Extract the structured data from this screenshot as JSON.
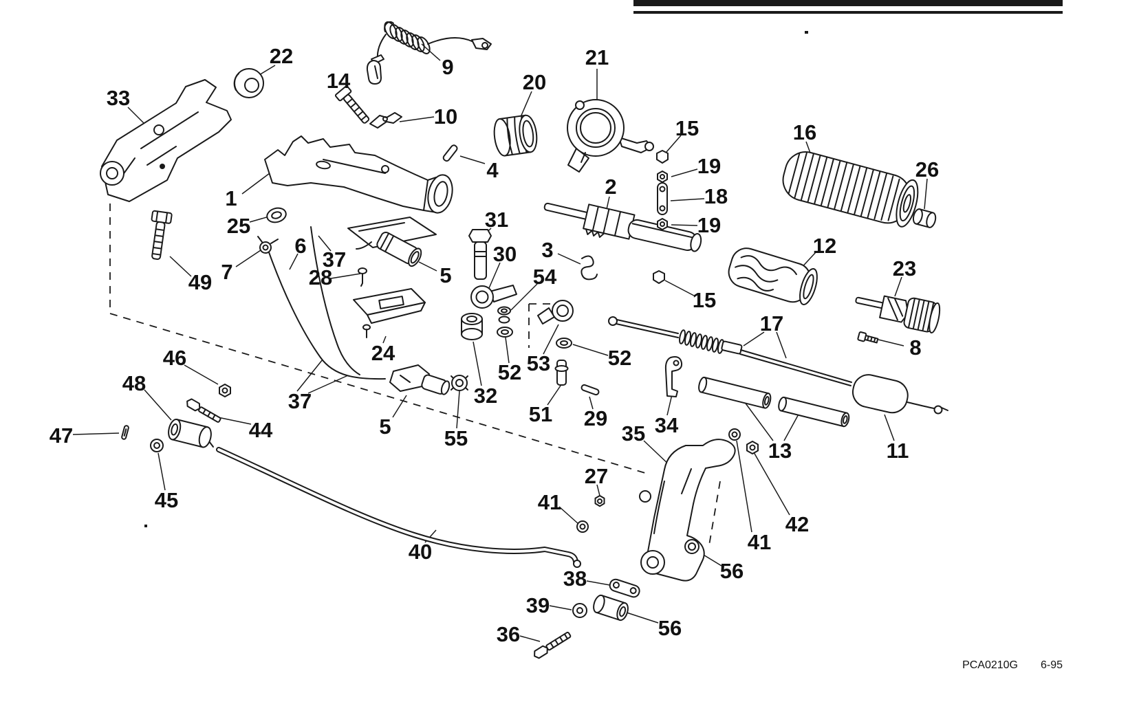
{
  "meta": {
    "doc_code": "PCA0210G",
    "doc_date": "6-95"
  },
  "colors": {
    "ink": "#1a1a1a",
    "background": "#ffffff"
  },
  "callouts": [
    "22",
    "9",
    "14",
    "21",
    "20",
    "33",
    "10",
    "15",
    "16",
    "19",
    "26",
    "4",
    "18",
    "1",
    "2",
    "25",
    "19",
    "31",
    "12",
    "30",
    "3",
    "6",
    "37",
    "23",
    "5",
    "28",
    "54",
    "15",
    "49",
    "7",
    "17",
    "8",
    "24",
    "52",
    "53",
    "46",
    "52",
    "48",
    "37",
    "32",
    "51",
    "29",
    "34",
    "44",
    "5",
    "55",
    "35",
    "47",
    "13",
    "11",
    "45",
    "27",
    "41",
    "42",
    "41",
    "40",
    "38",
    "56",
    "39",
    "56",
    "36"
  ]
}
